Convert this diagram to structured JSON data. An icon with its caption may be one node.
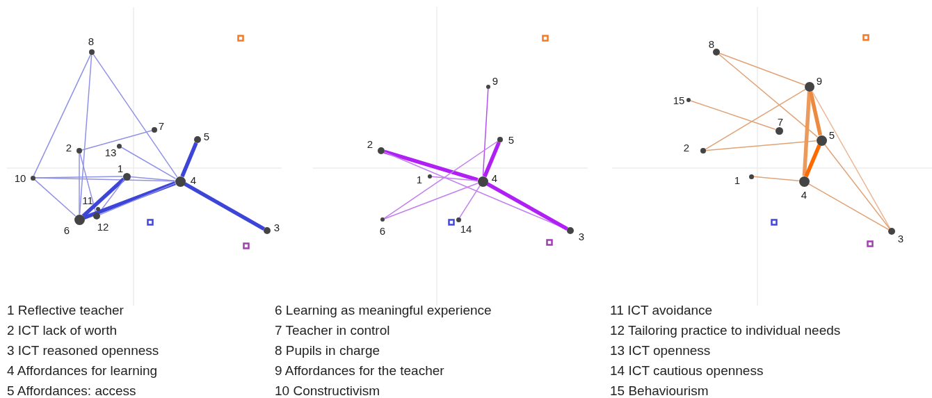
{
  "diagram": {
    "nodes": [
      {
        "text": [],
        "shape": "circle",
        "beside": [
          "8"
        ]
      },
      {
        "text": [],
        "shape": "circle",
        "beside": [
          "7"
        ]
      },
      {
        "text": [],
        "shape": "circle",
        "beside": [
          "5"
        ]
      },
      {
        "text": [],
        "shape": "circle",
        "beside": [
          "2"
        ]
      },
      {
        "text": [],
        "shape": "circle",
        "beside": [
          "13"
        ]
      },
      {
        "text": [],
        "shape": "circle",
        "beside": [
          "1"
        ]
      },
      {
        "text": [],
        "shape": "circle",
        "beside": [
          "10"
        ]
      },
      {
        "text": [],
        "shape": "circle",
        "beside": [
          "4"
        ]
      },
      {
        "text": [],
        "shape": "circle",
        "beside": [
          "11"
        ]
      },
      {
        "text": [],
        "shape": "circle",
        "beside": [
          "12"
        ]
      },
      {
        "text": [],
        "shape": "circle",
        "beside": [
          "6"
        ]
      },
      {
        "text": [],
        "shape": "circle",
        "beside": [
          "3"
        ]
      },
      {
        "text": [],
        "shape": "circle",
        "beside": [
          "9"
        ]
      },
      {
        "text": [],
        "shape": "circle",
        "beside": [
          "5"
        ]
      },
      {
        "text": [],
        "shape": "circle",
        "beside": [
          "2"
        ]
      },
      {
        "text": [],
        "shape": "circle",
        "beside": [
          "1"
        ]
      },
      {
        "text": [],
        "shape": "circle",
        "beside": [
          "4"
        ]
      },
      {
        "text": [],
        "shape": "circle",
        "beside": [
          "6"
        ]
      },
      {
        "text": [],
        "shape": "circle",
        "beside": [
          "14"
        ]
      },
      {
        "text": [],
        "shape": "circle",
        "beside": [
          "3"
        ]
      },
      {
        "text": [],
        "shape": "circle",
        "beside": [
          "8"
        ]
      },
      {
        "text": [],
        "shape": "circle",
        "beside": [
          "9"
        ]
      },
      {
        "text": [],
        "shape": "circle",
        "beside": [
          "15"
        ]
      },
      {
        "text": [],
        "shape": "circle",
        "beside": [
          "7"
        ]
      },
      {
        "text": [],
        "shape": "circle",
        "beside": [
          "5"
        ]
      },
      {
        "text": [],
        "shape": "circle",
        "beside": [
          "2"
        ]
      },
      {
        "text": [],
        "shape": "circle",
        "beside": [
          "1"
        ]
      },
      {
        "text": [],
        "shape": "circle",
        "beside": [
          "4"
        ]
      },
      {
        "text": [],
        "shape": "circle",
        "beside": [
          "3"
        ]
      }
    ],
    "edges": [
      {
        "from": 0,
        "to": 6,
        "arrow": "none"
      },
      {
        "from": 0,
        "to": 10,
        "arrow": "none"
      },
      {
        "from": 0,
        "to": 7,
        "arrow": "none"
      },
      {
        "from": 3,
        "to": 1,
        "arrow": "none"
      },
      {
        "from": 3,
        "to": 10,
        "arrow": "none"
      },
      {
        "from": 3,
        "to": 9,
        "arrow": "none"
      },
      {
        "from": 4,
        "to": 7,
        "arrow": "none"
      },
      {
        "from": 6,
        "to": 5,
        "arrow": "none"
      },
      {
        "from": 6,
        "to": 7,
        "arrow": "none"
      },
      {
        "from": 6,
        "to": 10,
        "arrow": "none"
      },
      {
        "from": 5,
        "to": 7,
        "arrow": "none"
      },
      {
        "from": 5,
        "to": 10,
        "arrow": "none",
        "style": "thick"
      },
      {
        "from": 5,
        "to": 9,
        "arrow": "none"
      },
      {
        "from": 10,
        "to": 7,
        "arrow": "none",
        "style": "thick"
      },
      {
        "from": 9,
        "to": 7,
        "arrow": "none"
      },
      {
        "from": 7,
        "to": 2,
        "arrow": "none",
        "style": "thick"
      },
      {
        "from": 7,
        "to": 11,
        "arrow": "none",
        "style": "thick"
      },
      {
        "from": 12,
        "to": 16,
        "arrow": "none",
        "color": "#b64ef0"
      },
      {
        "from": 13,
        "to": 16,
        "arrow": "none",
        "style": "thick",
        "color": "#b020f5"
      },
      {
        "from": 14,
        "to": 16,
        "arrow": "none",
        "style": "thick",
        "color": "#b020f5"
      },
      {
        "from": 14,
        "to": 19,
        "arrow": "none",
        "color": "#c27ef0"
      },
      {
        "from": 15,
        "to": 16,
        "arrow": "none",
        "color": "#c27ef0"
      },
      {
        "from": 13,
        "to": 17,
        "arrow": "none",
        "color": "#c27ef0"
      },
      {
        "from": 17,
        "to": 16,
        "arrow": "none",
        "color": "#c27ef0"
      },
      {
        "from": 18,
        "to": 16,
        "arrow": "none",
        "color": "#c27ef0"
      },
      {
        "from": 16,
        "to": 19,
        "arrow": "none",
        "style": "thick",
        "color": "#b020f5"
      },
      {
        "from": 20,
        "to": 21,
        "arrow": "none",
        "color": "#e0a276"
      },
      {
        "from": 20,
        "to": 24,
        "arrow": "none",
        "color": "#e0a276"
      },
      {
        "from": 22,
        "to": 23,
        "arrow": "none",
        "color": "#e0a276"
      },
      {
        "from": 21,
        "to": 25,
        "arrow": "none",
        "color": "#e0a276"
      },
      {
        "from": 25,
        "to": 24,
        "arrow": "none",
        "color": "#e0a276"
      },
      {
        "from": 21,
        "to": 27,
        "arrow": "none",
        "style": "thick",
        "color": "#ec9a5c"
      },
      {
        "from": 21,
        "to": 24,
        "arrow": "none",
        "style": "thick",
        "color": "#ec8a40"
      },
      {
        "from": 21,
        "to": 28,
        "arrow": "none",
        "color": "#eab896"
      },
      {
        "from": 24,
        "to": 27,
        "arrow": "none",
        "style": "thick",
        "color": "#ff6a00"
      },
      {
        "from": 24,
        "to": 28,
        "arrow": "none",
        "color": "#e0a276"
      },
      {
        "from": 26,
        "to": 27,
        "arrow": "none",
        "color": "#e0a276"
      },
      {
        "from": 27,
        "to": 28,
        "arrow": "none",
        "color": "#e0a276"
      }
    ],
    "labels": [
      "1 Reflective teacher",
      "2 ICT lack of worth",
      "3 ICT reasoned openness",
      "4 Affordances for learning",
      "5 Affordances: access",
      "6 Learning as meaningful experience",
      "7 Teacher in control",
      "8 Pupils in charge",
      "9 Affordances for the teacher",
      "10 Constructivism",
      "11 ICT avoidance",
      "12 Tailoring practice to individual needs",
      "13 ICT openness",
      "14 ICT cautious openness",
      "15 Behaviourism"
    ]
  }
}
